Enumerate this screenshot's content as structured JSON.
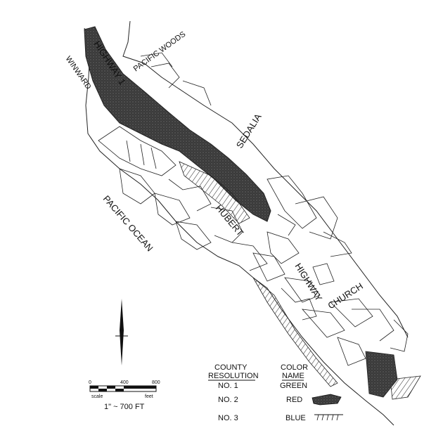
{
  "labels": {
    "highway1": "HIGHWAY 1",
    "winward": "WINWARD",
    "pacific_woods": "PACIFIC WOODS",
    "sedalia": "SEDALIA",
    "pacific_ocean": "PACIFIC OCEAN",
    "hubert": "HUBERT",
    "highway": "HIGHWAY",
    "church": "CHURCH"
  },
  "scale_bar": {
    "ticks": [
      "0",
      "400",
      "800"
    ],
    "left_caption": "scale",
    "right_caption": "feet",
    "ratio": "1\" ~ 700 FT"
  },
  "legend": {
    "header_left": "COUNTY",
    "header_left_underlined": "RESOLUTION",
    "header_right_1": "COLOR",
    "header_right_2": "NAME",
    "rows": [
      {
        "resolution": "NO. 1",
        "color_name": "GREEN"
      },
      {
        "resolution": "NO. 2",
        "color_name": "RED"
      },
      {
        "resolution": "NO. 3",
        "color_name": "BLUE"
      }
    ]
  },
  "colors": {
    "ink": "#111111",
    "dark_shade": "#3a3a3a",
    "paper": "#ffffff"
  }
}
